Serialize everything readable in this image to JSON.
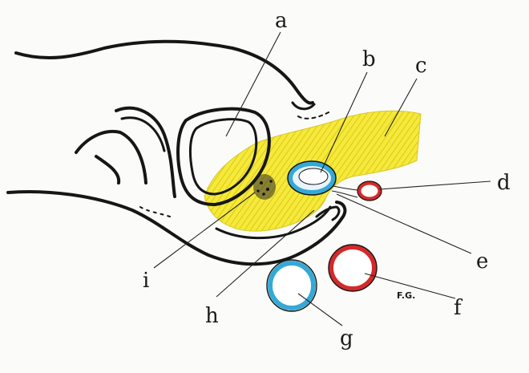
{
  "labels": {
    "a": "a",
    "b": "b",
    "c": "c",
    "d": "d",
    "e": "e",
    "f": "f",
    "g": "g",
    "h": "h",
    "i": "i"
  },
  "signature": "F.G.",
  "colors": {
    "paper": "#fbfbf9",
    "ink": "#161616",
    "fat_yellow": "#f6e938",
    "nerve_blue": "#35a9d6",
    "vessel_red": "#d42a2a"
  }
}
